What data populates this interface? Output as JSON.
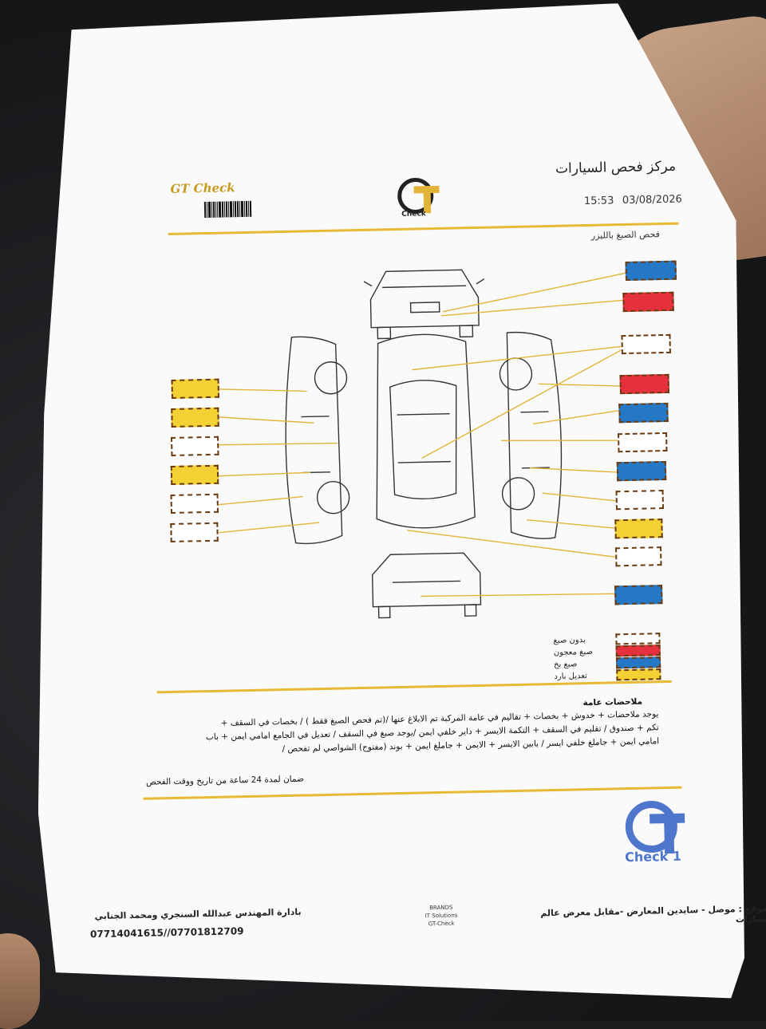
{
  "header": {
    "center_name": "مركز فحص السيارات",
    "time": "15:53",
    "date": "03/08/2026",
    "logo_left": "GT Check",
    "logo_center_sub": "Check",
    "section_title": "فحص الصبغ بالليزر"
  },
  "colors": {
    "yellow": "#f3d135",
    "red": "#e5313d",
    "blue": "#2478c6",
    "none": "#ffffff",
    "accent": "#e7b934"
  },
  "swatches_right": [
    "blue",
    "red",
    "none",
    "red",
    "blue",
    "none",
    "blue",
    "none",
    "yellow",
    "none",
    "blue"
  ],
  "swatches_left": [
    "yellow",
    "yellow",
    "none",
    "yellow",
    "none",
    "none"
  ],
  "legend": [
    {
      "label": "بدون صبغ",
      "color": "none"
    },
    {
      "label": "صبغ معجون",
      "color": "red"
    },
    {
      "label": "صبغ بخ",
      "color": "blue"
    },
    {
      "label": "تعديل بارد",
      "color": "yellow"
    }
  ],
  "notes": {
    "heading": "ملاحضات عامة",
    "lines": [
      "يوجد ملاحضات + خدوش + بخصات + تقاليم في عامة المركبة   تم الابلاغ عنها /(تم فحص الصبغ فقط  ) / بخصات في السقف +",
      "تكم + صندوق / تقليم في السقف + التكمة الايسر + داير خلفي ايمن /يوجد صبغ في السقف / تعديل في الجامع امامي ايمن + باب",
      "امامي ايمن + جاملغ خلفي ايسر / بابين الايسر + الايمن + جاملغ ايمن + بوند  (مفتوح) الشواصي لم تفحص /"
    ],
    "warranty": "ضمان لمدة 24 ساعة من تاريخ ووقت الفحص"
  },
  "stamp": {
    "text": "Check 1"
  },
  "footer": {
    "management": "بادارة المهندس عبدالله السنجري ومحمد الجنابي",
    "phones": "07714041615//07701812709",
    "brands": [
      "BRANDS",
      "IT Solutions",
      "GT-Check"
    ],
    "location": "الموقع : موصل - سايدين المعارض -مقابل معرض عالم السيارات"
  }
}
